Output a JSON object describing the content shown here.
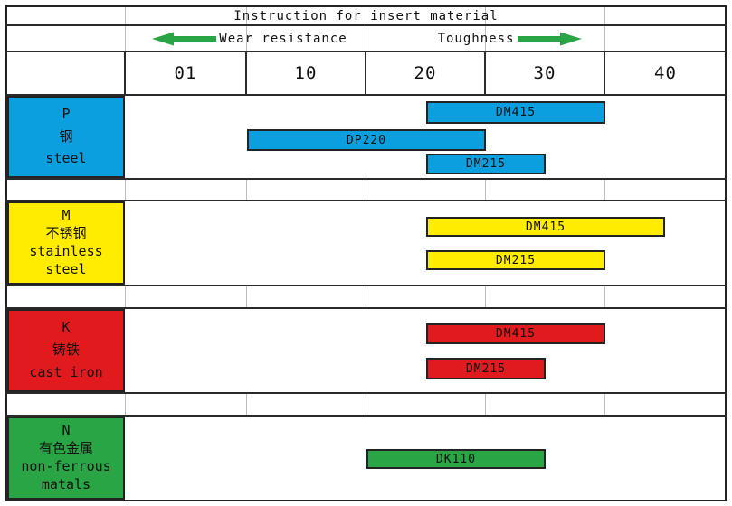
{
  "title": "Instruction for insert material",
  "axis": {
    "wear_label": "Wear resistance",
    "toughness_label": "Toughness",
    "ticks": [
      "01",
      "10",
      "20",
      "30",
      "40"
    ]
  },
  "colors": {
    "steel_blue": "#0b9fdf",
    "stainless_yellow": "#ffec00",
    "cast_iron_red": "#e01a1d",
    "non_ferrous_green": "#2aa546",
    "arrow_green": "#2aa546",
    "line_dark": "#2a2a2a",
    "line_light": "#bdbdbd"
  },
  "chart_data": {
    "type": "bar",
    "subtype": "horizontal-range-gantt",
    "title": "Instruction for insert material",
    "x_ticks": [
      "01",
      "10",
      "20",
      "30",
      "40"
    ],
    "x_range": [
      1,
      45
    ],
    "axis_annotations": {
      "left_direction": "Wear resistance",
      "right_direction": "Toughness"
    },
    "grid": true,
    "groups": [
      {
        "code": "P",
        "label_lines": [
          "P",
          "钢",
          "steel"
        ],
        "color": "#0b9fdf",
        "bars": [
          {
            "grade": "DM415",
            "start": 20,
            "end": 35
          },
          {
            "grade": "DP220",
            "start": 5,
            "end": 25
          },
          {
            "grade": "DM215",
            "start": 20,
            "end": 30
          }
        ]
      },
      {
        "code": "M",
        "label_lines": [
          "M",
          "不锈钢",
          "stainless",
          "steel"
        ],
        "color": "#ffec00",
        "bars": [
          {
            "grade": "DM415",
            "start": 20,
            "end": 40
          },
          {
            "grade": "DM215",
            "start": 20,
            "end": 35
          }
        ]
      },
      {
        "code": "K",
        "label_lines": [
          "K",
          "铸铁",
          "cast iron"
        ],
        "color": "#e01a1d",
        "bars": [
          {
            "grade": "DM415",
            "start": 20,
            "end": 35
          },
          {
            "grade": "DM215",
            "start": 20,
            "end": 30
          }
        ]
      },
      {
        "code": "N",
        "label_lines": [
          "N",
          "有色金属",
          "non-ferrous",
          "matals"
        ],
        "color": "#2aa546",
        "bars": [
          {
            "grade": "DK110",
            "start": 15,
            "end": 30
          }
        ]
      }
    ]
  }
}
